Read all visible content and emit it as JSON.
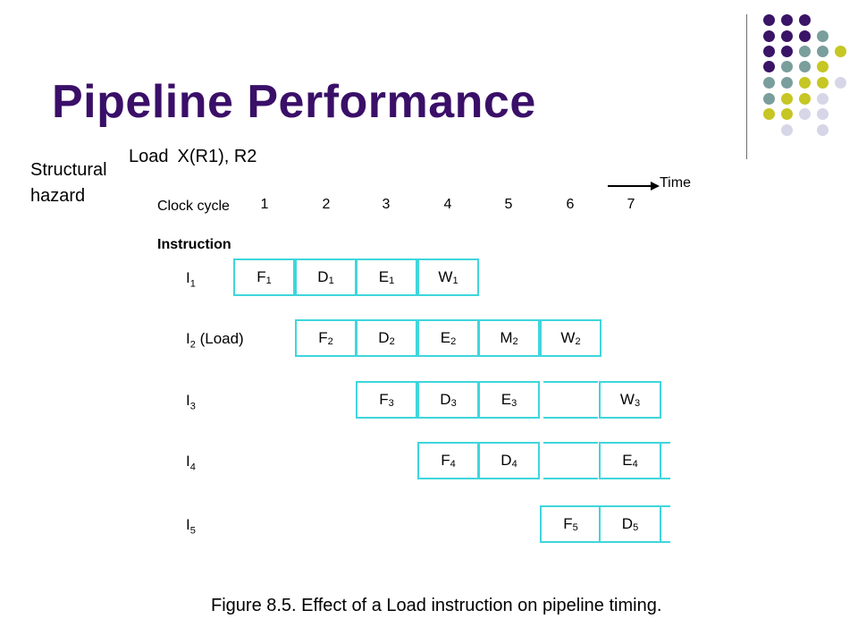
{
  "slide": {
    "title": "Pipeline Performance",
    "side_note_line1": "Structural",
    "side_note_line2": "hazard",
    "load_op": "Load",
    "load_args": "X(R1), R2"
  },
  "diagram": {
    "clock_cycle_label": "Clock cycle",
    "cycles": [
      "1",
      "2",
      "3",
      "4",
      "5",
      "6",
      "7"
    ],
    "time_label": "Time",
    "instruction_header": "Instruction",
    "rows": [
      {
        "name": "I",
        "sub": "1",
        "suffix": "",
        "stages": [
          [
            "F",
            "1"
          ],
          [
            "D",
            "1"
          ],
          [
            "E",
            "1"
          ],
          [
            "W",
            "1"
          ]
        ]
      },
      {
        "name": "I",
        "sub": "2",
        "suffix": " (Load)",
        "stages": [
          [
            "F",
            "2"
          ],
          [
            "D",
            "2"
          ],
          [
            "E",
            "2"
          ],
          [
            "M",
            "2"
          ],
          [
            "W",
            "2"
          ]
        ]
      },
      {
        "name": "I",
        "sub": "3",
        "suffix": "",
        "stages": [
          [
            "F",
            "3"
          ],
          [
            "D",
            "3"
          ],
          [
            "E",
            "3"
          ],
          [
            "W",
            "3"
          ]
        ]
      },
      {
        "name": "I",
        "sub": "4",
        "suffix": "",
        "stages": [
          [
            "F",
            "4"
          ],
          [
            "D",
            "4"
          ],
          [
            "E",
            "4"
          ]
        ]
      },
      {
        "name": "I",
        "sub": "5",
        "suffix": "",
        "stages": [
          [
            "F",
            "5"
          ],
          [
            "D",
            "5"
          ]
        ]
      }
    ],
    "caption": "Figure 8.5.  Effect of a Load instruction on pipeline timing."
  },
  "colors": {
    "title": "#3a0f68",
    "stage_border": "#3fd6dc",
    "dot_purple": "#3a1466",
    "dot_teal": "#7a9e9c",
    "dot_olive": "#c6c624",
    "dot_lavender": "#d6d6e8"
  }
}
